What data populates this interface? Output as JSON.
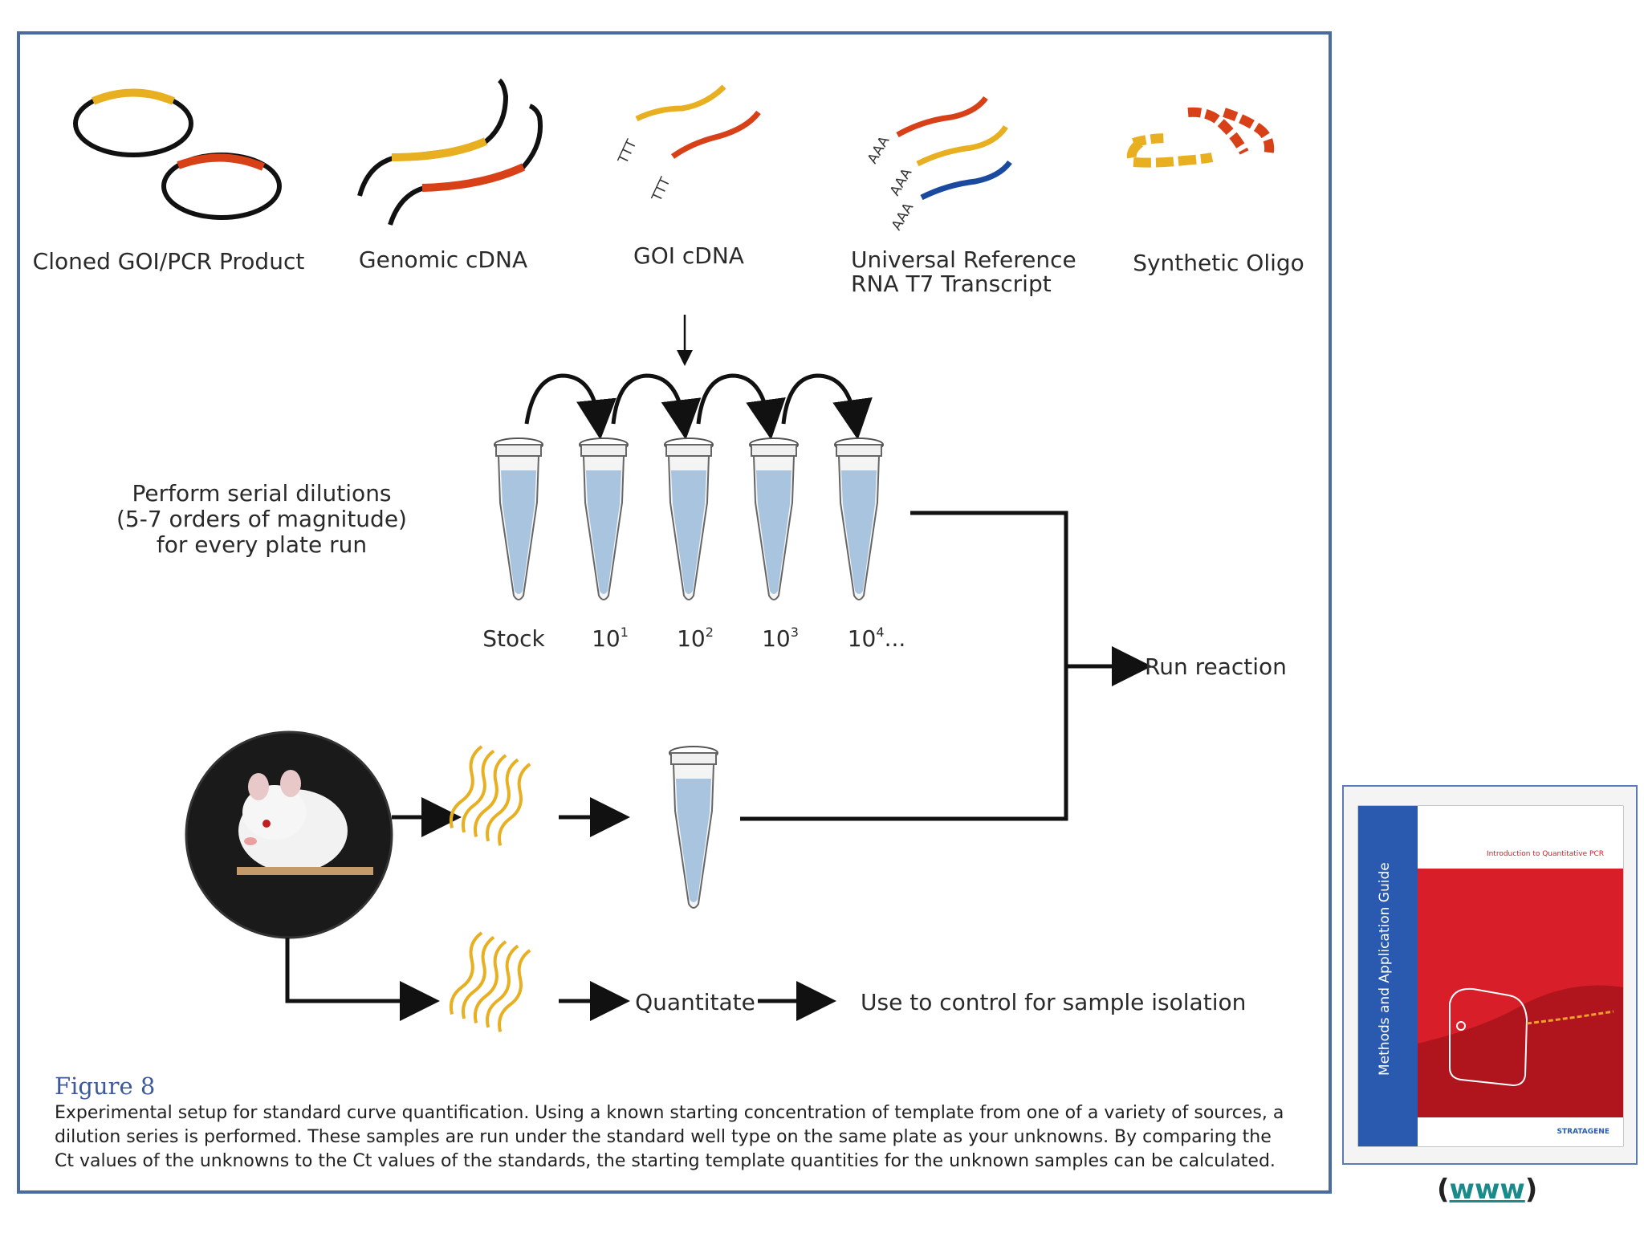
{
  "sources": [
    {
      "label": "Cloned GOI/PCR Product"
    },
    {
      "label": "Genomic cDNA"
    },
    {
      "label": "GOI cDNA"
    },
    {
      "label_line1": "Universal Reference",
      "label_line2": "RNA T7 Transcript"
    },
    {
      "label": "Synthetic Oligo"
    }
  ],
  "strand_marks": {
    "ttt": "TTT",
    "aaa": "AAA"
  },
  "serial_text": [
    "Perform serial dilutions",
    "(5-7 orders of magnitude)",
    "for every plate run"
  ],
  "tubes": [
    "Stock",
    "10",
    "10",
    "10",
    "10"
  ],
  "tube_exponents": [
    "",
    "1",
    "2",
    "3",
    "4"
  ],
  "tube_suffix": [
    "",
    "",
    "",
    "",
    "..."
  ],
  "run_reaction": "Run reaction",
  "quantitate": "Quantitate",
  "control_text": "Use to control for sample isolation",
  "figure": {
    "title": "Figure 8",
    "caption_lines": [
      "Experimental setup for standard curve quantification. Using a known starting concentration of template from one of a variety of sources, a",
      "dilution series is performed. These samples are run under the standard well type on the same plate as your unknowns. By comparing the",
      "Ct values of the unknowns to the Ct values of the standards, the starting template quantities for the unknown samples can be calculated."
    ]
  },
  "book": {
    "spine_text": "Methods and Application Guide",
    "cover_title": "Introduction to Quantitative PCR",
    "publisher": "STRATAGENE"
  },
  "link": {
    "open": "(",
    "text": "www",
    "close": ")"
  },
  "colors": {
    "frame": "#4a6aa0",
    "yellow": "#e8b020",
    "red": "#d84018",
    "blue": "#1a4aa0",
    "liquid": "#a8c4de",
    "cover_red": "#d81e28",
    "spine_blue": "#2a5ab0"
  }
}
